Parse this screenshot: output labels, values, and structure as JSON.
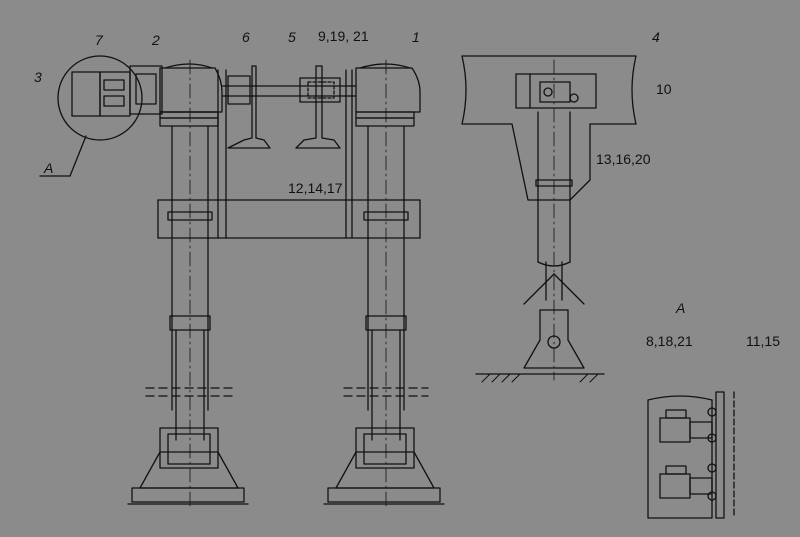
{
  "labels": {
    "n7": "7",
    "n2": "2",
    "n6": "6",
    "n5": "5",
    "n9_19_21": "9,19, 21",
    "n1": "1",
    "n4": "4",
    "n3": "3",
    "nA_left": "A",
    "n10": "10",
    "n13_16_20": "13,16,20",
    "n12_14_17": "12,14,17",
    "nA_right": "A",
    "n8_18_21": "8,18,21",
    "n11_15": "11,15"
  },
  "colors": {
    "background": "#8b8b8b",
    "ink": "#111111",
    "fill": "#9a9a9a"
  }
}
